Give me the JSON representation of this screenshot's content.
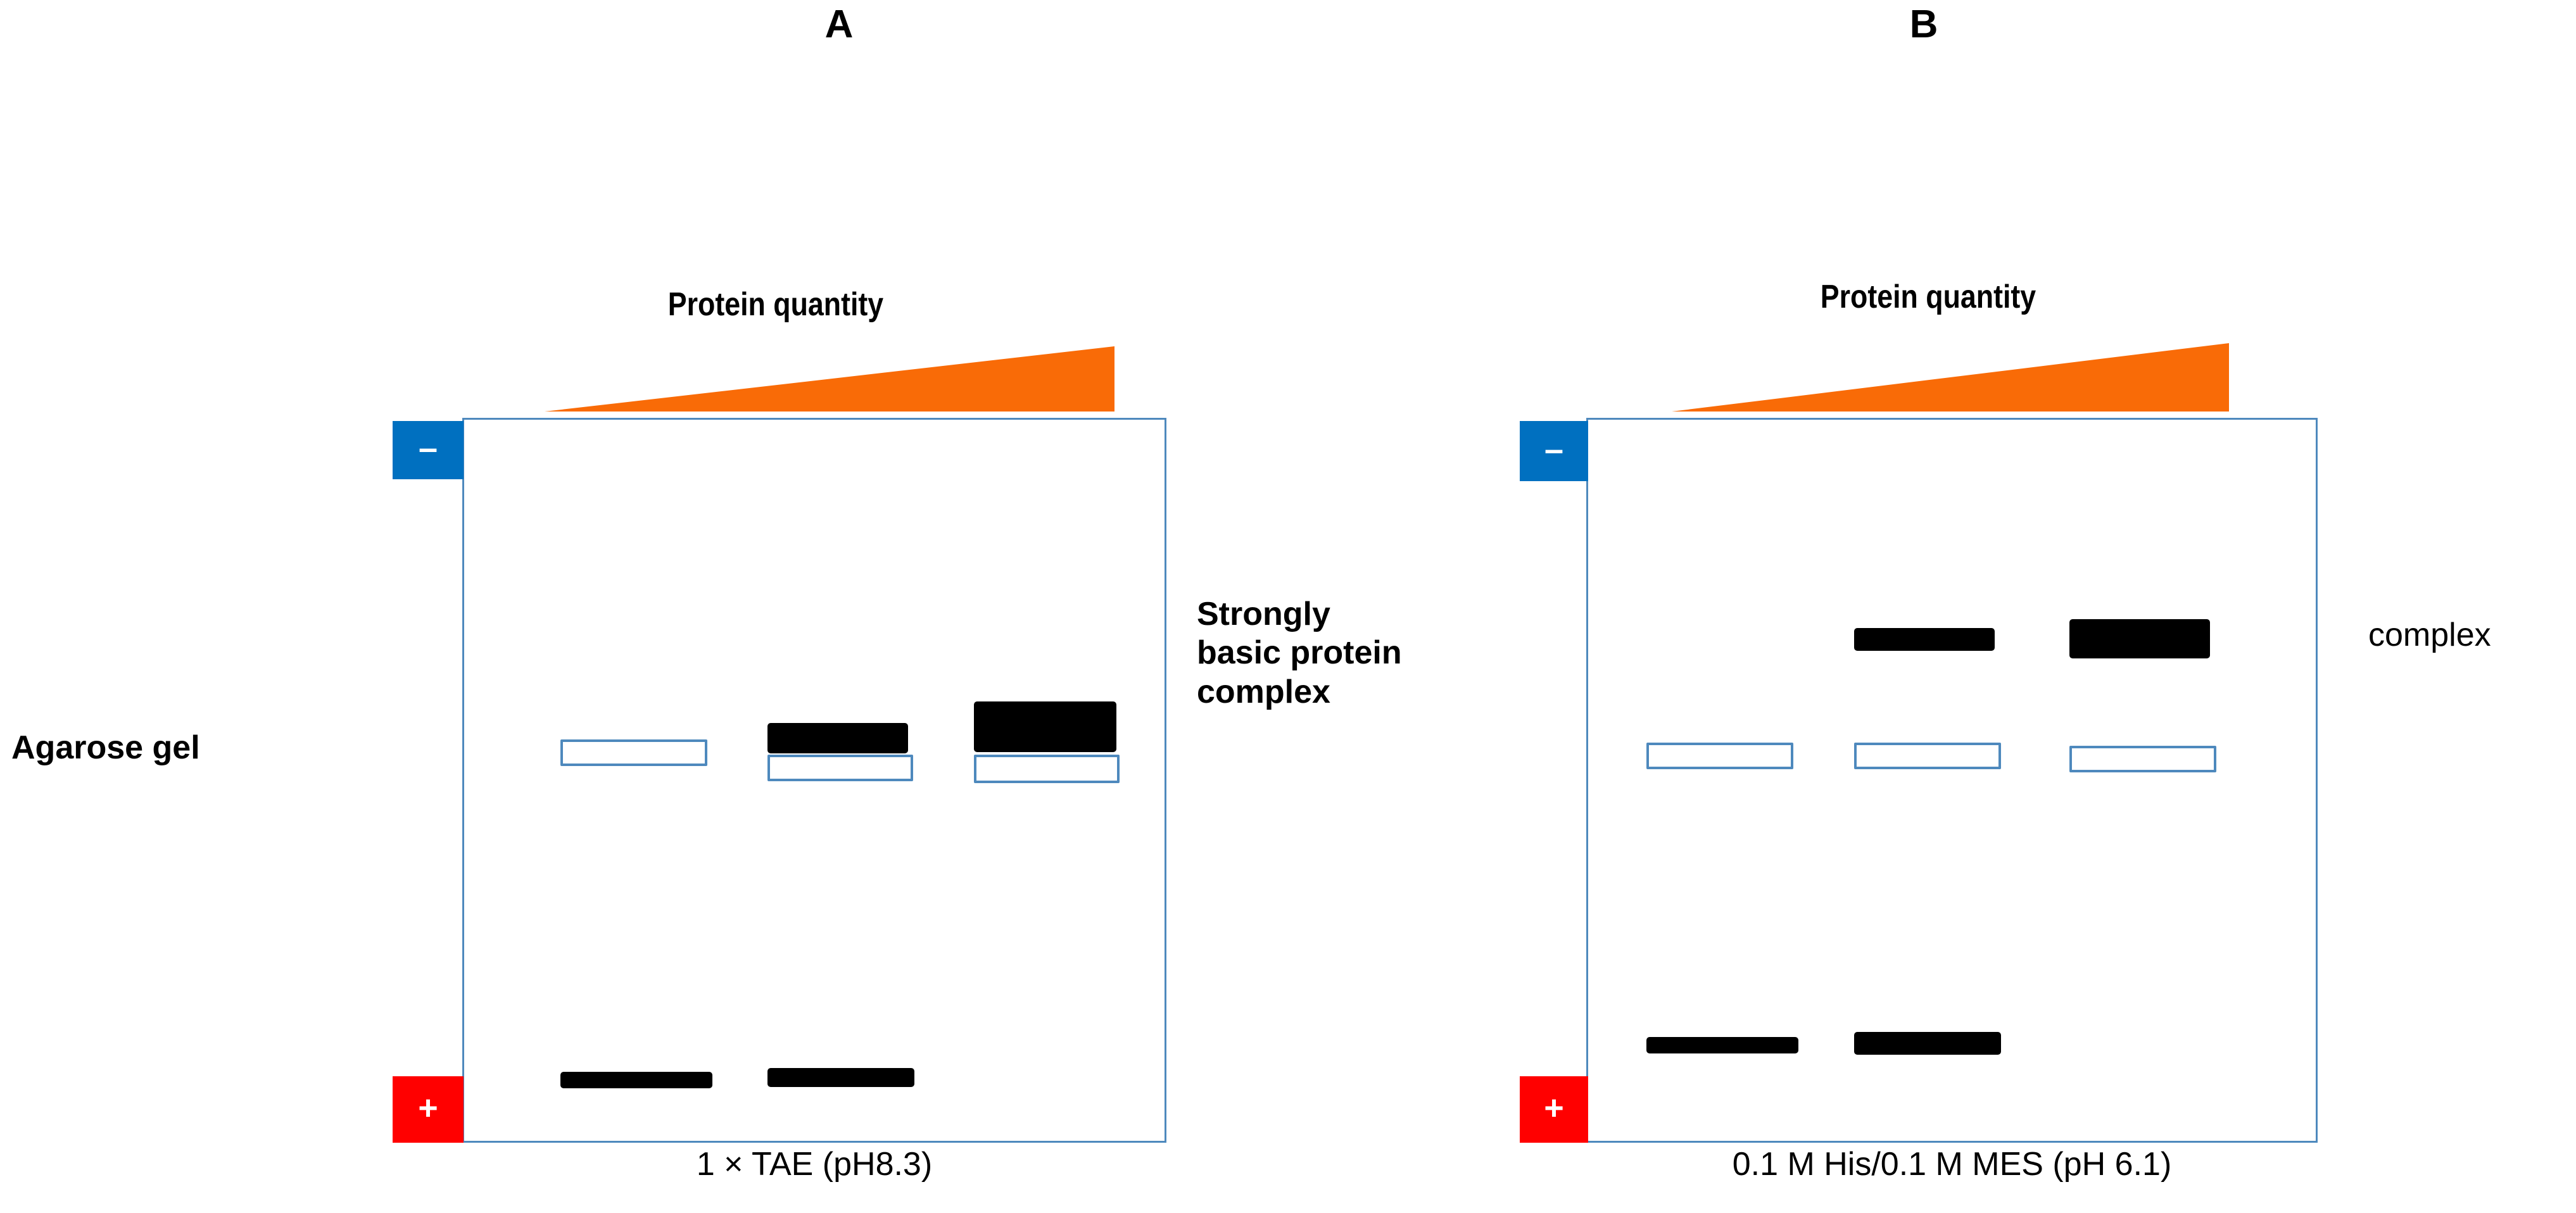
{
  "figure": {
    "left_axis_label": "Agarose  gel",
    "panels": [
      {
        "letter": "A",
        "quantity_label": "Protein quantity",
        "buffer_caption": "1 × TAE (pH8.3)",
        "electrode_negative": "–",
        "electrode_positive": "+",
        "side_annotation_lines": [
          "Strongly",
          "basic protein",
          "complex"
        ],
        "lanes": [
          {
            "lane": 1,
            "free_probe_band": {
              "present": true,
              "style": "hollow-outline",
              "intensity": 0
            },
            "complex_band": {
              "present": false,
              "style": "solid-black",
              "intensity": 0
            },
            "fast_band": {
              "present": true,
              "style": "solid-black",
              "intensity": 1
            }
          },
          {
            "lane": 2,
            "free_probe_band": {
              "present": true,
              "style": "hollow-outline",
              "intensity": 0
            },
            "complex_band": {
              "present": true,
              "style": "solid-black",
              "intensity": 1
            },
            "fast_band": {
              "present": true,
              "style": "solid-black",
              "intensity": 1
            }
          },
          {
            "lane": 3,
            "free_probe_band": {
              "present": true,
              "style": "hollow-outline",
              "intensity": 0
            },
            "complex_band": {
              "present": true,
              "style": "solid-black",
              "intensity": 2
            },
            "fast_band": {
              "present": false,
              "style": "solid-black",
              "intensity": 0
            }
          }
        ]
      },
      {
        "letter": "B",
        "quantity_label": "Protein quantity",
        "buffer_caption": "0.1 M His/0.1 M MES (pH 6.1)",
        "electrode_negative": "–",
        "electrode_positive": "+",
        "side_annotation_lines": [
          "complex"
        ],
        "lanes": [
          {
            "lane": 1,
            "free_probe_band": {
              "present": true,
              "style": "hollow-outline",
              "intensity": 0
            },
            "complex_band": {
              "present": false,
              "style": "solid-black",
              "intensity": 0
            },
            "fast_band": {
              "present": true,
              "style": "solid-black",
              "intensity": 1
            }
          },
          {
            "lane": 2,
            "free_probe_band": {
              "present": true,
              "style": "hollow-outline",
              "intensity": 0
            },
            "complex_band": {
              "present": true,
              "style": "solid-black",
              "intensity": 1
            },
            "fast_band": {
              "present": true,
              "style": "solid-black",
              "intensity": 1
            }
          },
          {
            "lane": 3,
            "free_probe_band": {
              "present": true,
              "style": "hollow-outline",
              "intensity": 0
            },
            "complex_band": {
              "present": true,
              "style": "solid-black",
              "intensity": 2
            },
            "fast_band": {
              "present": false,
              "style": "solid-black",
              "intensity": 0
            }
          }
        ]
      }
    ],
    "colors": {
      "gel_border": "#4E89BD",
      "band_outline": "#4E89BD",
      "band_solid": "#000000",
      "electrode_negative": "#0070C0",
      "electrode_positive": "#FF0000",
      "wedge_orange": "#F96B07",
      "background": "#FFFFFF",
      "text": "#000000"
    }
  }
}
